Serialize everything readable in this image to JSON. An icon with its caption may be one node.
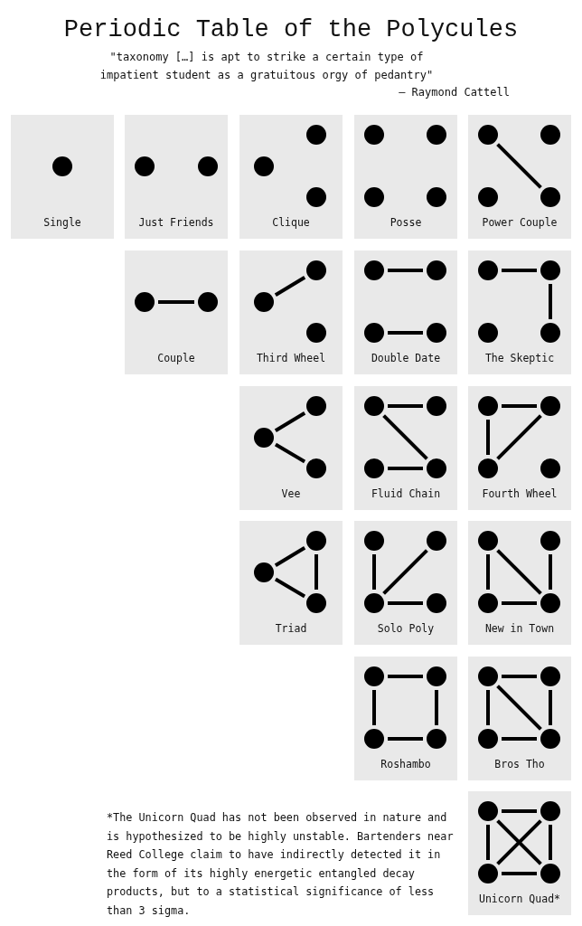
{
  "diagram": {
    "title": "Periodic Table of the Polycules",
    "nodes": [
      {
        "text": [
          "Single"
        ]
      },
      {
        "text": [],
        "shape": "circle",
        "in": 0
      },
      {
        "text": [
          "Just Friends"
        ]
      },
      {
        "text": [],
        "shape": "circle",
        "in": 2
      },
      {
        "text": [],
        "shape": "circle",
        "in": 2
      },
      {
        "text": [
          "Clique"
        ]
      },
      {
        "text": [],
        "shape": "circle",
        "in": 5
      },
      {
        "text": [],
        "shape": "circle",
        "in": 5
      },
      {
        "text": [],
        "shape": "circle",
        "in": 5
      },
      {
        "text": [
          "Posse"
        ]
      },
      {
        "text": [],
        "shape": "circle",
        "in": 9
      },
      {
        "text": [],
        "shape": "circle",
        "in": 9
      },
      {
        "text": [],
        "shape": "circle",
        "in": 9
      },
      {
        "text": [],
        "shape": "circle",
        "in": 9
      },
      {
        "text": [
          "Power Couple"
        ]
      },
      {
        "text": [],
        "shape": "circle",
        "in": 14
      },
      {
        "text": [],
        "shape": "circle",
        "in": 14
      },
      {
        "text": [],
        "shape": "circle",
        "in": 14
      },
      {
        "text": [],
        "shape": "circle",
        "in": 14
      },
      {
        "text": [
          "Couple"
        ]
      },
      {
        "text": [],
        "shape": "circle",
        "in": 19
      },
      {
        "text": [],
        "shape": "circle",
        "in": 19
      },
      {
        "text": [
          "Third Wheel"
        ]
      },
      {
        "text": [],
        "shape": "circle",
        "in": 22
      },
      {
        "text": [],
        "shape": "circle",
        "in": 22
      },
      {
        "text": [],
        "shape": "circle",
        "in": 22
      },
      {
        "text": [
          "Double Date"
        ]
      },
      {
        "text": [],
        "shape": "circle",
        "in": 26
      },
      {
        "text": [],
        "shape": "circle",
        "in": 26
      },
      {
        "text": [],
        "shape": "circle",
        "in": 26
      },
      {
        "text": [],
        "shape": "circle",
        "in": 26
      },
      {
        "text": [
          "The Skeptic"
        ]
      },
      {
        "text": [],
        "shape": "circle",
        "in": 31
      },
      {
        "text": [],
        "shape": "circle",
        "in": 31
      },
      {
        "text": [],
        "shape": "circle",
        "in": 31
      },
      {
        "text": [],
        "shape": "circle",
        "in": 31
      },
      {
        "text": [
          "Vee"
        ]
      },
      {
        "text": [],
        "shape": "circle",
        "in": 36
      },
      {
        "text": [],
        "shape": "circle",
        "in": 36
      },
      {
        "text": [],
        "shape": "circle",
        "in": 36
      },
      {
        "text": [
          "Fluid Chain"
        ]
      },
      {
        "text": [],
        "shape": "circle",
        "in": 40
      },
      {
        "text": [],
        "shape": "circle",
        "in": 40
      },
      {
        "text": [],
        "shape": "circle",
        "in": 40
      },
      {
        "text": [],
        "shape": "circle",
        "in": 40
      },
      {
        "text": [
          "Fourth Wheel"
        ]
      },
      {
        "text": [],
        "shape": "circle",
        "in": 45
      },
      {
        "text": [],
        "shape": "circle",
        "in": 45
      },
      {
        "text": [],
        "shape": "circle",
        "in": 45
      },
      {
        "text": [],
        "shape": "circle",
        "in": 45
      },
      {
        "text": [
          "Triad"
        ]
      },
      {
        "text": [],
        "shape": "circle",
        "in": 50
      },
      {
        "text": [],
        "shape": "circle",
        "in": 50
      },
      {
        "text": [],
        "shape": "circle",
        "in": 50
      },
      {
        "text": [
          "Solo Poly"
        ]
      },
      {
        "text": [],
        "shape": "circle",
        "in": 54
      },
      {
        "text": [],
        "shape": "circle",
        "in": 54
      },
      {
        "text": [],
        "shape": "circle",
        "in": 54
      },
      {
        "text": [],
        "shape": "circle",
        "in": 54
      },
      {
        "text": [
          "New in Town"
        ]
      },
      {
        "text": [],
        "shape": "circle",
        "in": 59
      },
      {
        "text": [],
        "shape": "circle",
        "in": 59
      },
      {
        "text": [],
        "shape": "circle",
        "in": 59
      },
      {
        "text": [],
        "shape": "circle",
        "in": 59
      },
      {
        "text": [
          "Roshambo"
        ]
      },
      {
        "text": [],
        "shape": "circle",
        "in": 64
      },
      {
        "text": [],
        "shape": "circle",
        "in": 64
      },
      {
        "text": [],
        "shape": "circle",
        "in": 64
      },
      {
        "text": [],
        "shape": "circle",
        "in": 64
      },
      {
        "text": [
          "Bros Tho"
        ]
      },
      {
        "text": [],
        "shape": "circle",
        "in": 69
      },
      {
        "text": [],
        "shape": "circle",
        "in": 69
      },
      {
        "text": [],
        "shape": "circle",
        "in": 69
      },
      {
        "text": [],
        "shape": "circle",
        "in": 69
      },
      {
        "text": [
          "Unicorn Quad*"
        ]
      },
      {
        "text": [],
        "shape": "circle",
        "in": 74
      },
      {
        "text": [],
        "shape": "circle",
        "in": 74
      },
      {
        "text": [],
        "shape": "circle",
        "in": 74
      },
      {
        "text": [],
        "shape": "circle",
        "in": 74
      }
    ],
    "edges": [
      {
        "from": 15,
        "to": 18,
        "arrow": "none"
      },
      {
        "from": 20,
        "to": 21,
        "arrow": "none"
      },
      {
        "from": 24,
        "to": 23,
        "arrow": "none"
      },
      {
        "from": 27,
        "to": 28,
        "arrow": "none"
      },
      {
        "from": 29,
        "to": 30,
        "arrow": "none"
      },
      {
        "from": 32,
        "to": 33,
        "arrow": "none"
      },
      {
        "from": 33,
        "to": 35,
        "arrow": "none"
      },
      {
        "from": 38,
        "to": 37,
        "arrow": "none"
      },
      {
        "from": 38,
        "to": 39,
        "arrow": "none"
      },
      {
        "from": 41,
        "to": 42,
        "arrow": "none"
      },
      {
        "from": 41,
        "to": 44,
        "arrow": "none"
      },
      {
        "from": 43,
        "to": 44,
        "arrow": "none"
      },
      {
        "from": 46,
        "to": 47,
        "arrow": "none"
      },
      {
        "from": 46,
        "to": 48,
        "arrow": "none"
      },
      {
        "from": 47,
        "to": 48,
        "arrow": "none"
      },
      {
        "from": 52,
        "to": 51,
        "arrow": "none"
      },
      {
        "from": 52,
        "to": 53,
        "arrow": "none"
      },
      {
        "from": 51,
        "to": 53,
        "arrow": "none"
      },
      {
        "from": 55,
        "to": 57,
        "arrow": "none"
      },
      {
        "from": 56,
        "to": 57,
        "arrow": "none"
      },
      {
        "from": 57,
        "to": 58,
        "arrow": "none"
      },
      {
        "from": 60,
        "to": 62,
        "arrow": "none"
      },
      {
        "from": 60,
        "to": 63,
        "arrow": "none"
      },
      {
        "from": 61,
        "to": 63,
        "arrow": "none"
      },
      {
        "from": 62,
        "to": 63,
        "arrow": "none"
      },
      {
        "from": 65,
        "to": 66,
        "arrow": "none"
      },
      {
        "from": 65,
        "to": 67,
        "arrow": "none"
      },
      {
        "from": 66,
        "to": 68,
        "arrow": "none"
      },
      {
        "from": 67,
        "to": 68,
        "arrow": "none"
      },
      {
        "from": 70,
        "to": 71,
        "arrow": "none"
      },
      {
        "from": 70,
        "to": 72,
        "arrow": "none"
      },
      {
        "from": 70,
        "to": 73,
        "arrow": "none"
      },
      {
        "from": 71,
        "to": 73,
        "arrow": "none"
      },
      {
        "from": 72,
        "to": 73,
        "arrow": "none"
      },
      {
        "from": 75,
        "to": 76,
        "arrow": "none"
      },
      {
        "from": 75,
        "to": 77,
        "arrow": "none"
      },
      {
        "from": 75,
        "to": 78,
        "arrow": "none"
      },
      {
        "from": 76,
        "to": 77,
        "arrow": "none"
      },
      {
        "from": 76,
        "to": 78,
        "arrow": "none"
      },
      {
        "from": 77,
        "to": 78,
        "arrow": "none"
      }
    ],
    "labels": [
      "\"taxonomy […] is apt to strike a certain type of impatient student as a gratuitous orgy of pedantry\"",
      "— Raymond Cattell",
      "*The Unicorn Quad has not been observed in nature and is hypothesized to be highly unstable. Bartenders near Reed College claim to have indirectly detected it in the form of its highly energetic entangled decay products, but to a statistical significance of less than 3 sigma."
    ]
  }
}
